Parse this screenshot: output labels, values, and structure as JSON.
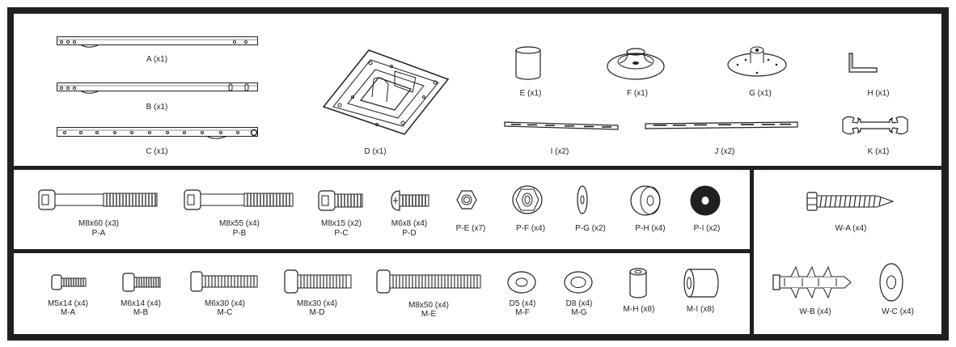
{
  "top_parts": {
    "a": "A (x1)",
    "b": "B (x1)",
    "c": "C (x1)",
    "d": "D (x1)",
    "e": "E (x1)",
    "f": "F (x1)",
    "g": "G (x1)",
    "h": "H (x1)",
    "i": "I (x2)",
    "j": "J (x2)",
    "k": "K (x1)"
  },
  "p_row": [
    {
      "qty": "M8x60 (x3)",
      "code": "P-A"
    },
    {
      "qty": "M8x55 (x4)",
      "code": "P-B"
    },
    {
      "qty": "M8x15 (x2)",
      "code": "P-C"
    },
    {
      "qty": "M6x8 (x4)",
      "code": "P-D"
    },
    {
      "qty": "P-E (x7)"
    },
    {
      "qty": "P-F (x4)"
    },
    {
      "qty": "P-G (x2)"
    },
    {
      "qty": "P-H (x4)"
    },
    {
      "qty": "P-I (x2)"
    }
  ],
  "m_row": [
    {
      "qty": "M5x14 (x4)",
      "code": "M-A"
    },
    {
      "qty": "M6x14 (x4)",
      "code": "M-B"
    },
    {
      "qty": "M6x30 (x4)",
      "code": "M-C"
    },
    {
      "qty": "M8x30 (x4)",
      "code": "M-D"
    },
    {
      "qty": "M8x50 (x4)",
      "code": "M-E"
    },
    {
      "qty": "D5 (x4)",
      "code": "M-F"
    },
    {
      "qty": "D8 (x4)",
      "code": "M-G"
    },
    {
      "qty": "M-H (x8)"
    },
    {
      "qty": "M-I (x8)"
    }
  ],
  "w_parts": {
    "wa": "W-A (x4)",
    "wb": "W-B (x4)",
    "wc": "W-C (x4)"
  }
}
